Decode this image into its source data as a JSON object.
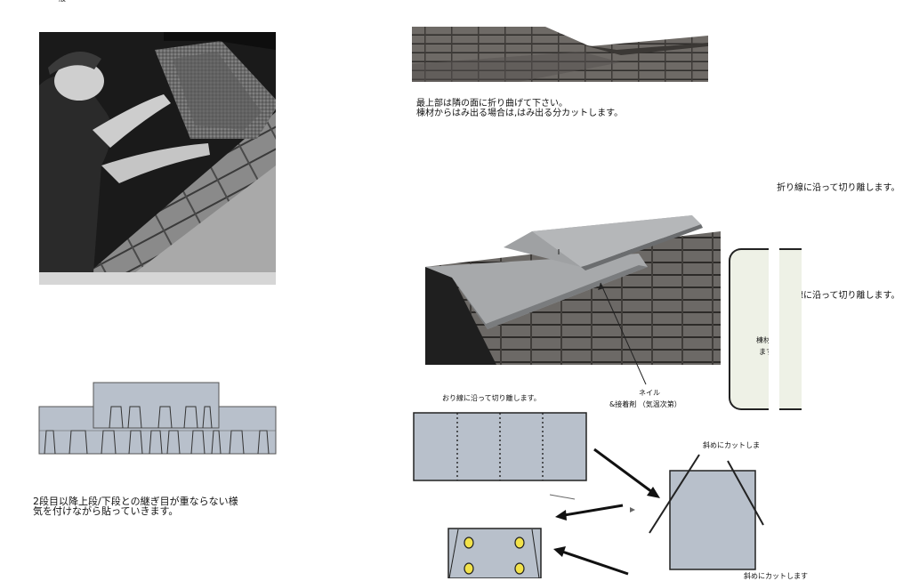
{
  "top_fragment": "一般",
  "caption_top_roof": {
    "line1": "最上部は隣の面に折り曲げて下さい。",
    "line2": "棟材からはみ出る場合は,はみ出る分カットします。"
  },
  "right_note_1": "折り線に沿って切り離します。",
  "right_note_2": "折り線に沿って切り離します。",
  "note_box_text": {
    "line1": "棟材",
    "line2": "ます"
  },
  "nail_label": {
    "line1": "ネイル",
    "line2": "&接着剤 （気温次第）"
  },
  "fold_label": "おり線に沿って切り離します。",
  "diagonal_cut_1": "斜めにカットしま",
  "diagonal_cut_2": "斜めにカットします",
  "caption_bottom_left": {
    "line1": "2段目以降上段/下段との継ぎ目が重ならない様",
    "line2": "気を付けながら貼っていきます。"
  },
  "colors": {
    "shingle_fill": "#b8c0cb",
    "note_box_fill": "#eef1e6",
    "nail_dot": "#f2e24a"
  }
}
